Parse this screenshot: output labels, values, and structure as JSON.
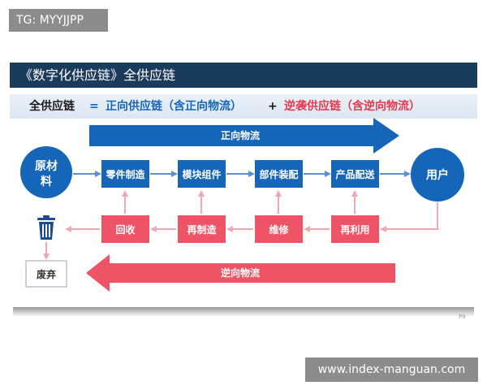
{
  "corner_tag": "TG: MYYJJPP",
  "watermark": "www.index-manguan.com",
  "banner_title": "《数字化供应链》全供应链",
  "formula": {
    "total": "全供应链",
    "equals": "=",
    "forward": "正向供应链（含正向物流）",
    "plus": "+",
    "reverse": "逆袭供应链（含逆向物流）"
  },
  "flow": {
    "forward_logistics": "正向物流",
    "reverse_logistics": "逆向物流",
    "raw_material": "原材料",
    "user": "用户",
    "forward_steps": [
      "零件制造",
      "模块组件",
      "部件装配",
      "产品配送"
    ],
    "reverse_steps": [
      "回收",
      "再制造",
      "维修",
      "再利用"
    ],
    "discard": "废弃",
    "trash_icon": "trash-icon"
  },
  "page_number": "P9",
  "colors": {
    "banner_bg": "#1b3b5c",
    "blue": "#1565b8",
    "red": "#ee5466",
    "red_text": "#e23a4e",
    "connector_pink": "#f0a7b2",
    "connector_blue": "#5b8fd0"
  }
}
